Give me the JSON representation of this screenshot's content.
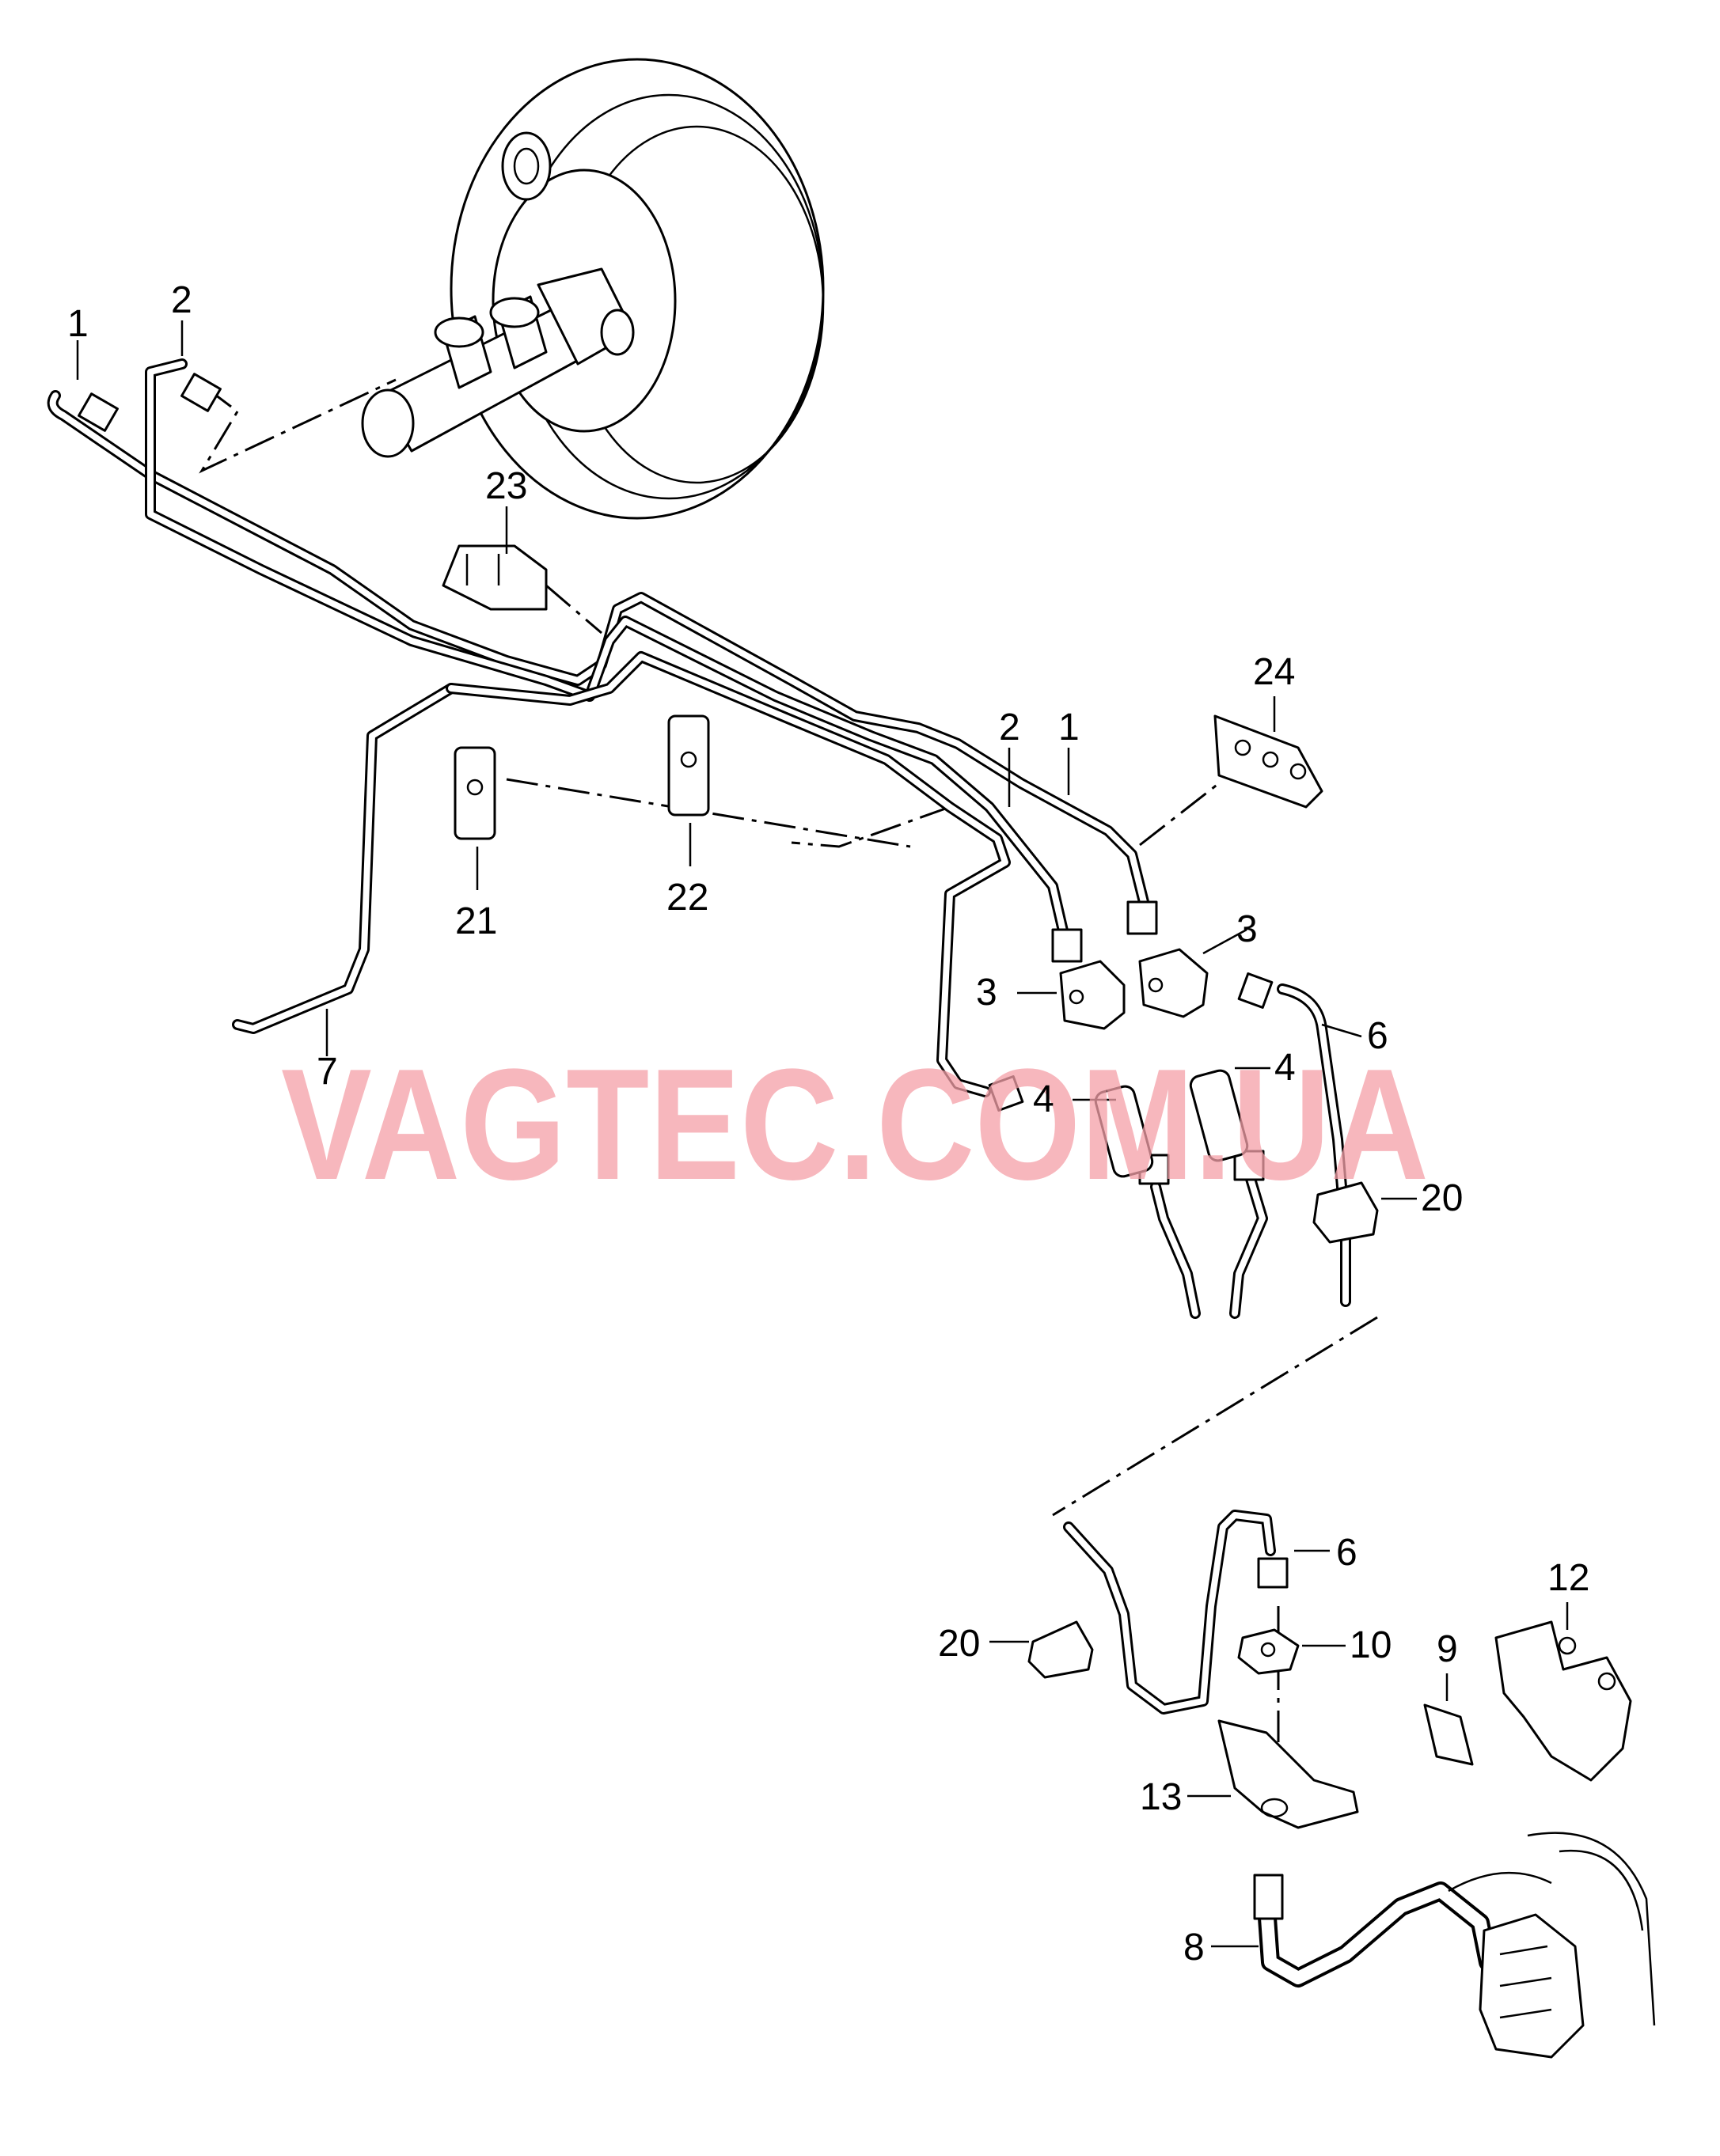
{
  "watermark": "VAGTEC.COM.UA",
  "callouts": {
    "c1a": "1",
    "c2a": "2",
    "c23": "23",
    "c24": "24",
    "c2b": "2",
    "c1b": "1",
    "c21": "21",
    "c22": "22",
    "c3a": "3",
    "c3b": "3",
    "c6a": "6",
    "c7": "7",
    "c4a": "4",
    "c4b": "4",
    "c20a": "20",
    "c6b": "6",
    "c12": "12",
    "c20b": "20",
    "c10": "10",
    "c9": "9",
    "c13": "13",
    "c8": "8"
  }
}
